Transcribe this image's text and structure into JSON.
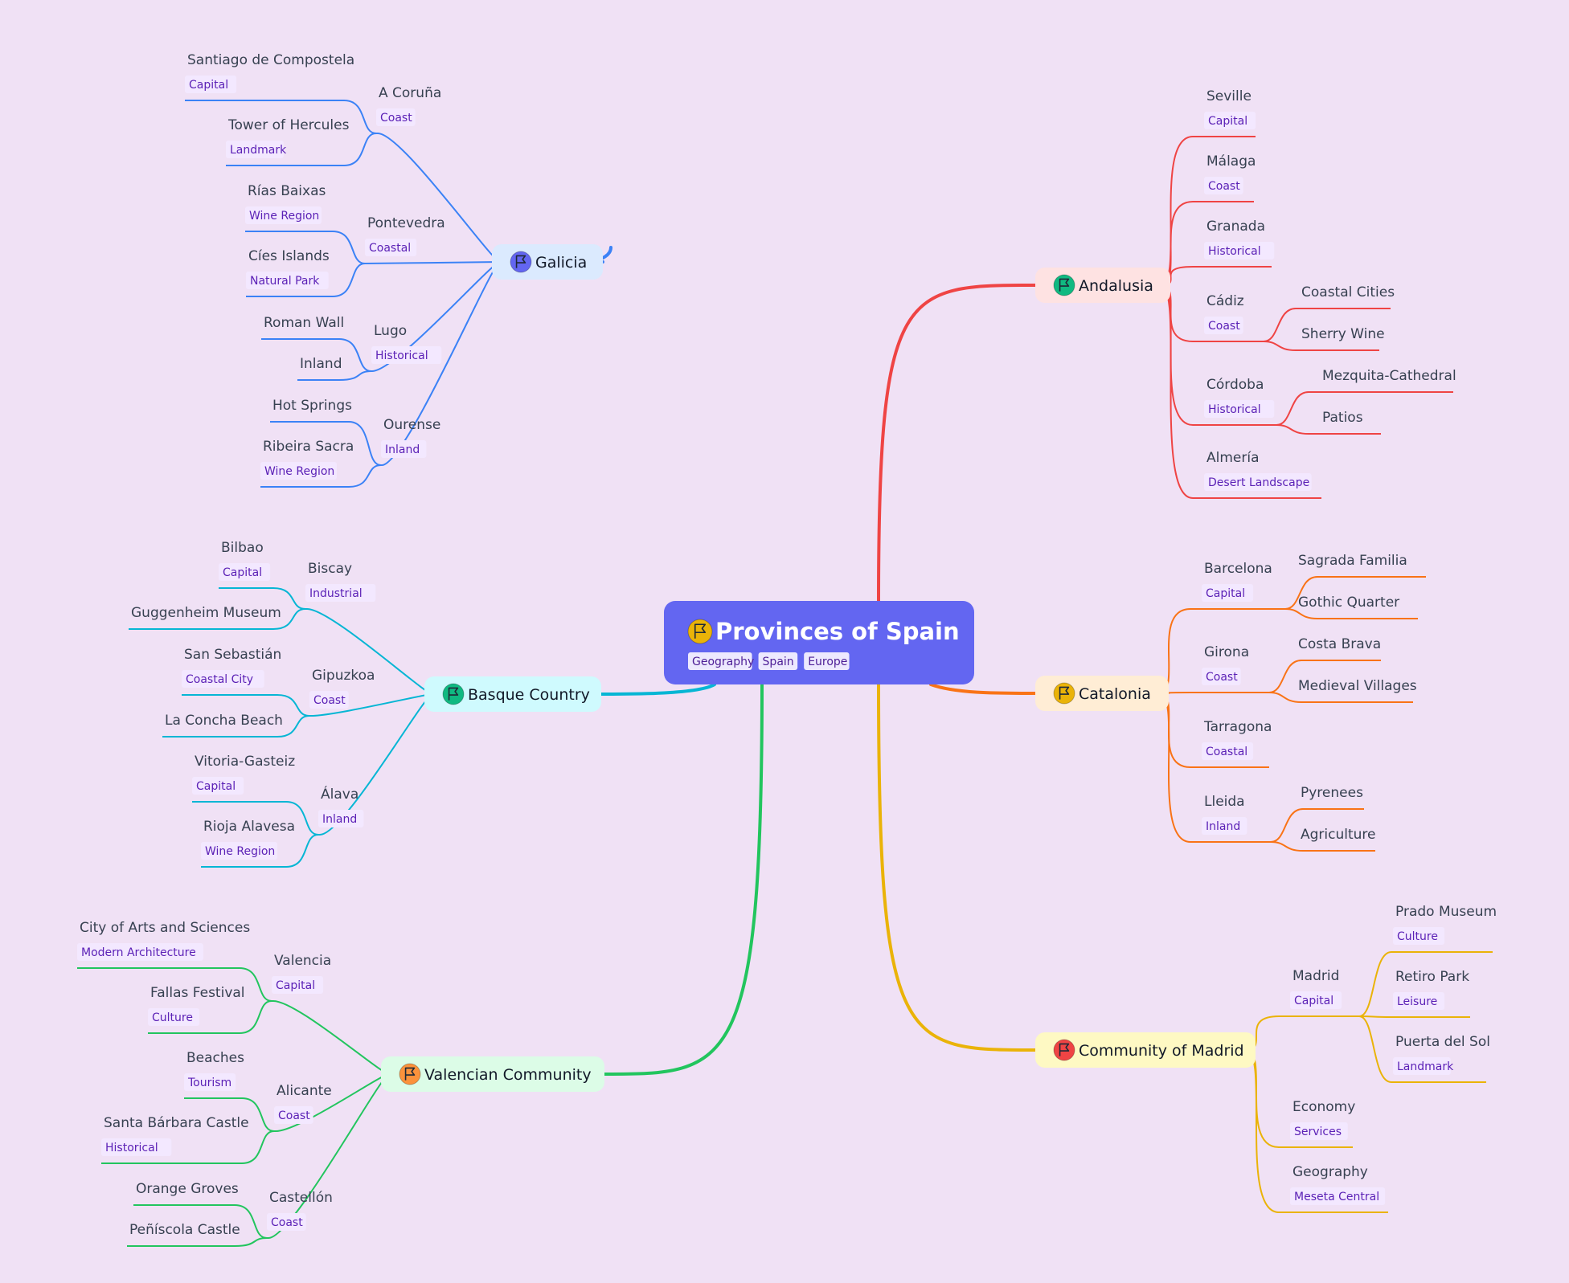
{
  "root": {
    "label": "Provinces of Spain",
    "tags": [
      "Geography",
      "Spain",
      "Europe"
    ]
  },
  "branches": [
    {
      "name": "Galicia",
      "color": "#3b82f6",
      "fill": "#dbeafe",
      "icon_color": "#6366f1",
      "icon": "flag-icon",
      "children": [
        {
          "label": "A Coruña",
          "tag": "Coast",
          "children": [
            {
              "label": "Santiago de Compostela",
              "tag": "Capital"
            },
            {
              "label": "Tower of Hercules",
              "tag": "Landmark"
            }
          ]
        },
        {
          "label": "Pontevedra",
          "tag": "Coastal",
          "children": [
            {
              "label": "Rías Baixas",
              "tag": "Wine Region"
            },
            {
              "label": "Cíes Islands",
              "tag": "Natural Park"
            }
          ]
        },
        {
          "label": "Lugo",
          "tag": "Historical",
          "children": [
            {
              "label": "Roman Wall"
            },
            {
              "label": "Inland"
            }
          ]
        },
        {
          "label": "Ourense",
          "tag": "Inland",
          "children": [
            {
              "label": "Hot Springs"
            },
            {
              "label": "Ribeira Sacra",
              "tag": "Wine Region"
            }
          ]
        }
      ]
    },
    {
      "name": "Basque Country",
      "color": "#06b6d4",
      "fill": "#cffafe",
      "icon_color": "#10b981",
      "icon": "flag-icon",
      "children": [
        {
          "label": "Biscay",
          "tag": "Industrial",
          "children": [
            {
              "label": "Bilbao",
              "tag": "Capital"
            },
            {
              "label": "Guggenheim Museum"
            }
          ]
        },
        {
          "label": "Gipuzkoa",
          "tag": "Coast",
          "children": [
            {
              "label": "San Sebastián",
              "tag": "Coastal City"
            },
            {
              "label": "La Concha Beach"
            }
          ]
        },
        {
          "label": "Álava",
          "tag": "Inland",
          "children": [
            {
              "label": "Vitoria-Gasteiz",
              "tag": "Capital"
            },
            {
              "label": "Rioja Alavesa",
              "tag": "Wine Region"
            }
          ]
        }
      ]
    },
    {
      "name": "Valencian Community",
      "color": "#22c55e",
      "fill": "#dcfce7",
      "icon_color": "#fb923c",
      "icon": "flag-icon",
      "children": [
        {
          "label": "Valencia",
          "tag": "Capital",
          "children": [
            {
              "label": "City of Arts and Sciences",
              "tag": "Modern Architecture"
            },
            {
              "label": "Fallas Festival",
              "tag": "Culture"
            }
          ]
        },
        {
          "label": "Alicante",
          "tag": "Coast",
          "children": [
            {
              "label": "Beaches",
              "tag": "Tourism"
            },
            {
              "label": "Santa Bárbara Castle",
              "tag": "Historical"
            }
          ]
        },
        {
          "label": "Castellón",
          "tag": "Coast",
          "children": [
            {
              "label": "Orange Groves"
            },
            {
              "label": "Peñíscola Castle"
            }
          ]
        }
      ]
    },
    {
      "name": "Andalusia",
      "color": "#ef4444",
      "fill": "#fee2e2",
      "icon_color": "#10b981",
      "icon": "flag-icon",
      "children": [
        {
          "label": "Seville",
          "tag": "Capital"
        },
        {
          "label": "Málaga",
          "tag": "Coast"
        },
        {
          "label": "Granada",
          "tag": "Historical"
        },
        {
          "label": "Cádiz",
          "tag": "Coast",
          "children": [
            {
              "label": "Coastal Cities"
            },
            {
              "label": "Sherry Wine"
            }
          ]
        },
        {
          "label": "Córdoba",
          "tag": "Historical",
          "children": [
            {
              "label": "Mezquita-Cathedral"
            },
            {
              "label": "Patios"
            }
          ]
        },
        {
          "label": "Almería",
          "tag": "Desert Landscape"
        }
      ]
    },
    {
      "name": "Catalonia",
      "color": "#f97316",
      "fill": "#ffedd5",
      "icon_color": "#eab308",
      "icon": "flag-icon",
      "children": [
        {
          "label": "Barcelona",
          "tag": "Capital",
          "children": [
            {
              "label": "Sagrada Familia"
            },
            {
              "label": "Gothic Quarter"
            }
          ]
        },
        {
          "label": "Girona",
          "tag": "Coast",
          "children": [
            {
              "label": "Costa Brava"
            },
            {
              "label": "Medieval Villages"
            }
          ]
        },
        {
          "label": "Tarragona",
          "tag": "Coastal"
        },
        {
          "label": "Lleida",
          "tag": "Inland",
          "children": [
            {
              "label": "Pyrenees"
            },
            {
              "label": "Agriculture"
            }
          ]
        }
      ]
    },
    {
      "name": "Community of Madrid",
      "color": "#eab308",
      "fill": "#fef9c3",
      "icon_color": "#ef4444",
      "icon": "flag-icon",
      "children": [
        {
          "label": "Madrid",
          "tag": "Capital",
          "children": [
            {
              "label": "Prado Museum",
              "tag": "Culture"
            },
            {
              "label": "Retiro Park",
              "tag": "Leisure"
            },
            {
              "label": "Puerta del Sol",
              "tag": "Landmark"
            }
          ]
        },
        {
          "label": "Economy",
          "tag": "Services"
        },
        {
          "label": "Geography",
          "tag": "Meseta Central"
        }
      ]
    }
  ]
}
